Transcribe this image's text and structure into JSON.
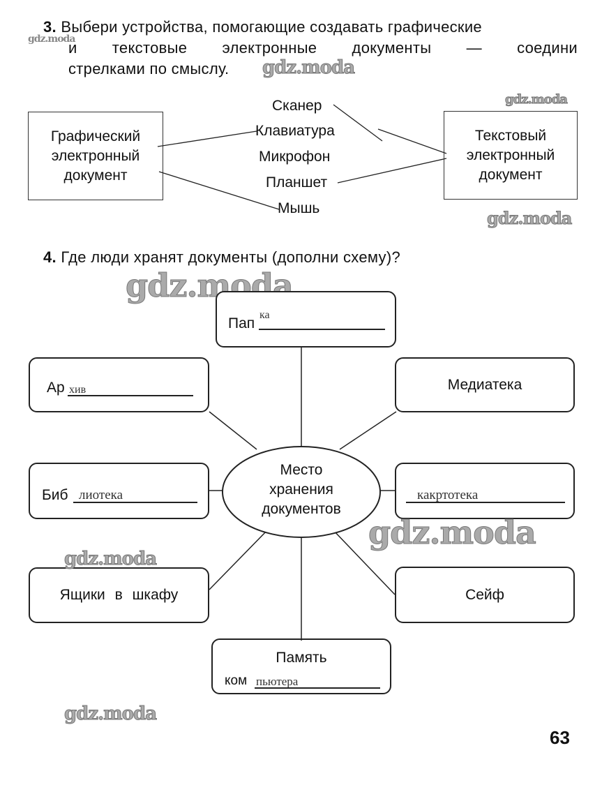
{
  "task3": {
    "number": "3.",
    "line1": "Выбери устройства, помогающие создавать графические",
    "line2": "и текстовые электронные документы — соедини",
    "line3": "стрелками по смыслу.",
    "left_box": [
      "Графический",
      "электронный",
      "документ"
    ],
    "right_box": [
      "Текстовый",
      "электронный",
      "документ"
    ],
    "devices": [
      "Сканер",
      "Клавиатура",
      "Микрофон",
      "Планшет",
      "Мышь"
    ],
    "connections": [
      {
        "from": "Графический электронный документ",
        "to": "Клавиатура"
      },
      {
        "from": "Графический электронный документ",
        "to": "Мышь"
      },
      {
        "from": "Текстовый электронный документ",
        "to": "Сканер"
      },
      {
        "from": "Текстовый электронный документ",
        "to": "Планшет"
      }
    ]
  },
  "task4": {
    "number": "4.",
    "question": "Где люди хранят документы (дополни схему)?",
    "center": [
      "Место",
      "хранения",
      "документов"
    ],
    "nodes": {
      "top": {
        "printed": "Пап",
        "handwritten": "ка"
      },
      "upper_left": {
        "printed": "Ар",
        "handwritten": "хив"
      },
      "upper_right": {
        "printed": "Медиатека"
      },
      "mid_left": {
        "printed": "Биб",
        "handwritten": "лиотека"
      },
      "mid_right": {
        "printed": "",
        "handwritten": "какртотека"
      },
      "lower_left": {
        "printed": "Ящики в шкафу"
      },
      "lower_right": {
        "printed": "Сейф"
      },
      "bottom": {
        "printed_line1": "Память",
        "printed_line2": "ком",
        "handwritten": "пьютера"
      }
    }
  },
  "watermark": "gdz.moda",
  "page_number": "63"
}
